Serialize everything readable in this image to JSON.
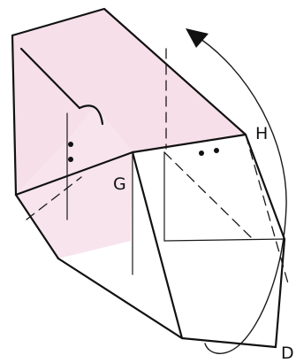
{
  "diagram": {
    "labels": {
      "g": "G",
      "h": "H",
      "d": "D"
    },
    "colors": {
      "paper_tint": "#f6dfe9",
      "ink": "#111111"
    }
  }
}
